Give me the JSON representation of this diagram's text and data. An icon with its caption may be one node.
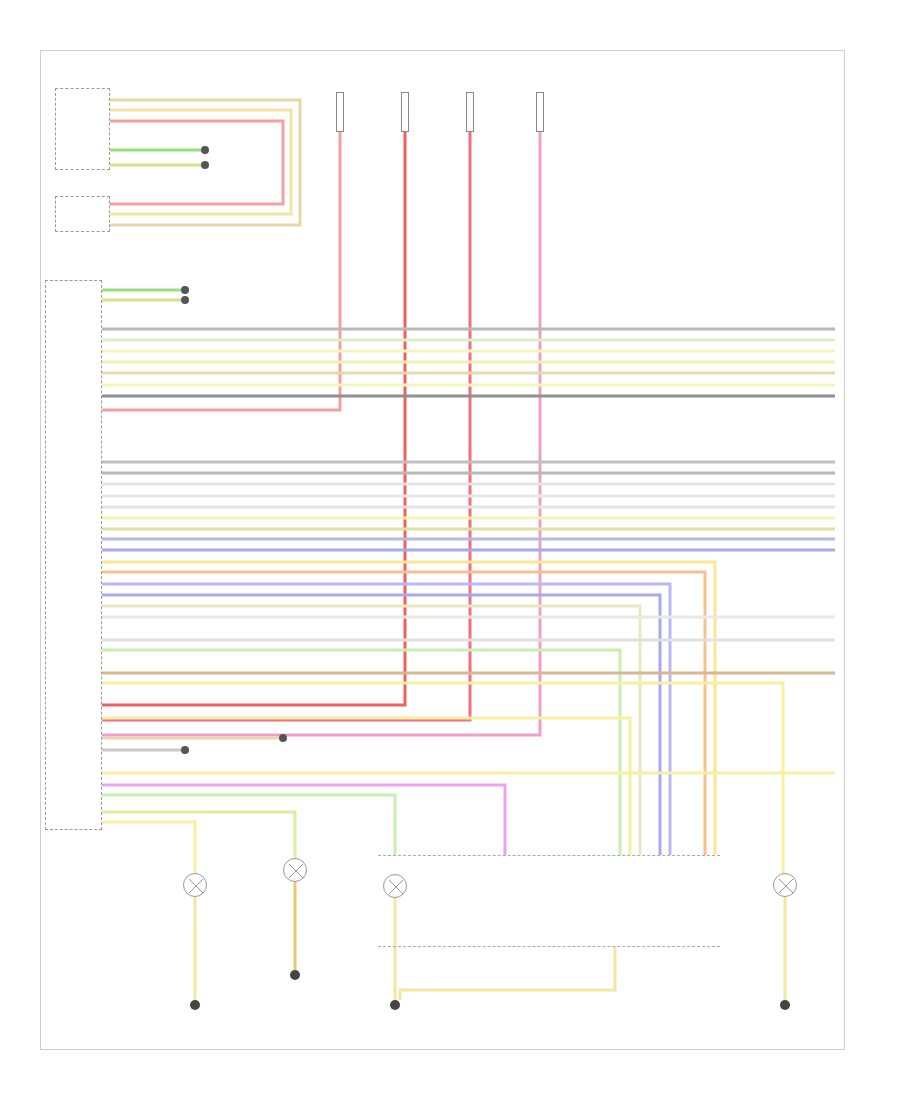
{
  "diagram": {
    "nodes": [
      {
        "text": [],
        "shape": "box"
      },
      {
        "text": [],
        "shape": "box"
      },
      {
        "text": [],
        "shape": "box"
      },
      {
        "text": [],
        "shape": "box"
      },
      {
        "text": [],
        "shape": "box"
      },
      {
        "text": [],
        "shape": "box"
      },
      {
        "text": [],
        "shape": "box"
      },
      {
        "text": [],
        "shape": "circle"
      },
      {
        "text": [],
        "shape": "circle"
      },
      {
        "text": [],
        "shape": "circle"
      },
      {
        "text": [],
        "shape": "circle"
      },
      {
        "text": [],
        "shape": "circle"
      },
      {
        "text": [],
        "shape": "circle"
      },
      {
        "text": [],
        "shape": "box"
      },
      {
        "text": [],
        "shape": "circle",
        "in": 13
      },
      {
        "text": [],
        "shape": "circle"
      },
      {
        "text": [],
        "shape": "circle"
      },
      {
        "text": [],
        "shape": "circle"
      },
      {
        "text": [],
        "shape": "circle"
      },
      {
        "text": [],
        "shape": "circle"
      },
      {
        "text": [],
        "shape": "circle"
      },
      {
        "text": [],
        "shape": "circle"
      }
    ],
    "edges": [
      {
        "from": 0,
        "to": 1,
        "arrow": "none",
        "color": "#e6d9a8"
      },
      {
        "from": 0,
        "to": 1,
        "arrow": "none",
        "color": "#f2e3a6"
      },
      {
        "from": 0,
        "to": 1,
        "arrow": "none",
        "color": "#f4a0a0"
      },
      {
        "from": 0,
        "to": 7,
        "arrow": "none",
        "color": "#98e07a"
      },
      {
        "from": 0,
        "to": 8,
        "arrow": "none",
        "color": "#d4e48a"
      },
      {
        "from": 2,
        "to": 9,
        "arrow": "none",
        "color": "#98e07a"
      },
      {
        "from": 2,
        "to": 10,
        "arrow": "none",
        "color": "#d4e48a"
      },
      {
        "from": 3,
        "to": 2,
        "arrow": "none",
        "color": "#f4a0a0"
      },
      {
        "from": 4,
        "to": 2,
        "arrow": "none",
        "color": "#f06060"
      },
      {
        "from": 5,
        "to": 2,
        "arrow": "none",
        "color": "#f07080"
      },
      {
        "from": 6,
        "to": 2,
        "arrow": "none",
        "color": "#f0a0c8"
      },
      {
        "from": 2,
        "to": null,
        "arrow": "none",
        "color": "#b8b8b8"
      },
      {
        "from": 2,
        "to": null,
        "arrow": "none",
        "color": "#d8f0c8"
      },
      {
        "from": 2,
        "to": null,
        "arrow": "none",
        "color": "#f8f4c0"
      },
      {
        "from": 2,
        "to": null,
        "arrow": "none",
        "color": "#f5f0b0"
      },
      {
        "from": 2,
        "to": null,
        "arrow": "none",
        "color": "#e8d8b0"
      },
      {
        "from": 2,
        "to": null,
        "arrow": "none",
        "color": "#f8f4c0"
      },
      {
        "from": 2,
        "to": null,
        "arrow": "none",
        "color": "#909090"
      },
      {
        "from": 2,
        "to": null,
        "arrow": "none",
        "color": "#c0c0c0"
      },
      {
        "from": 2,
        "to": null,
        "arrow": "none",
        "color": "#b8b8b8"
      },
      {
        "from": 2,
        "to": null,
        "arrow": "none",
        "color": "#e4e4e4"
      },
      {
        "from": 2,
        "to": null,
        "arrow": "none",
        "color": "#e8e8e8"
      },
      {
        "from": 2,
        "to": null,
        "arrow": "none",
        "color": "#e4e4e4"
      },
      {
        "from": 2,
        "to": null,
        "arrow": "none",
        "color": "#f8f4b0"
      },
      {
        "from": 2,
        "to": null,
        "arrow": "none",
        "color": "#e0e0a0"
      },
      {
        "from": 2,
        "to": null,
        "arrow": "none",
        "color": "#b8b8e8"
      },
      {
        "from": 2,
        "to": null,
        "arrow": "none",
        "color": "#a8a8f0"
      },
      {
        "from": 2,
        "to": 13,
        "arrow": "none",
        "color": "#f8e890"
      },
      {
        "from": 2,
        "to": 13,
        "arrow": "none",
        "color": "#f8c090"
      },
      {
        "from": 2,
        "to": 13,
        "arrow": "none",
        "color": "#b8b8f8"
      },
      {
        "from": 2,
        "to": 13,
        "arrow": "none",
        "color": "#a8a8f0"
      },
      {
        "from": 2,
        "to": 13,
        "arrow": "none",
        "color": "#e8e8c0"
      },
      {
        "from": 2,
        "to": null,
        "arrow": "none",
        "color": "#e8e8e8"
      },
      {
        "from": 2,
        "to": null,
        "arrow": "none",
        "color": "#e0e0e0"
      },
      {
        "from": 2,
        "to": 13,
        "arrow": "none",
        "color": "#c8f0b0"
      },
      {
        "from": 2,
        "to": null,
        "arrow": "none",
        "color": "#d8b890"
      },
      {
        "from": 2,
        "to": 15,
        "arrow": "none",
        "color": "#f8f0a0"
      },
      {
        "from": 2,
        "to": 13,
        "arrow": "none",
        "color": "#f8f0a0"
      },
      {
        "from": 2,
        "to": 20,
        "arrow": "none",
        "color": "#e8d8b0"
      },
      {
        "from": 2,
        "to": 21,
        "arrow": "none",
        "color": "#c8c8c8"
      },
      {
        "from": 2,
        "to": null,
        "arrow": "none",
        "color": "#f8f0a0"
      },
      {
        "from": 2,
        "to": 13,
        "arrow": "none",
        "color": "#f0a0f0"
      },
      {
        "from": 2,
        "to": 13,
        "arrow": "none",
        "color": "#c8f0b0"
      },
      {
        "from": 2,
        "to": 12,
        "arrow": "none",
        "color": "#d8f0a0"
      },
      {
        "from": 2,
        "to": 11,
        "arrow": "none",
        "color": "#f8f0a0"
      },
      {
        "from": 13,
        "to": 18,
        "arrow": "none",
        "color": "#f0e8a0"
      },
      {
        "from": 11,
        "to": 16,
        "arrow": "none",
        "color": "#f0e8a0"
      },
      {
        "from": 12,
        "to": 17,
        "arrow": "none",
        "color": "#e8c870"
      },
      {
        "from": 14,
        "to": 18,
        "arrow": "none",
        "color": "#f0e8a0"
      },
      {
        "from": 15,
        "to": 19,
        "arrow": "none",
        "color": "#f0e8a0"
      }
    ]
  }
}
